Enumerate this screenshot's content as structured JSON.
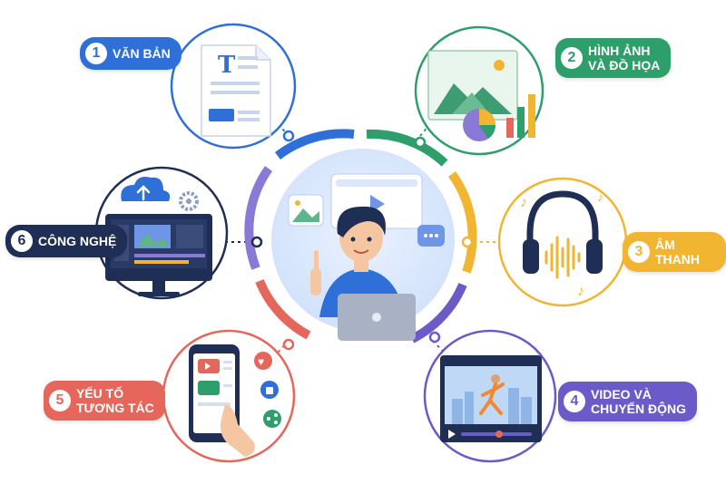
{
  "colors": {
    "blue": "#2F6FD8",
    "green": "#2E9E6B",
    "yellow": "#F2B532",
    "purple": "#6A5BC9",
    "red": "#E5665A",
    "navy": "#1F2E55",
    "ring_ring": "#5B7FE0"
  },
  "items": [
    {
      "number": "1",
      "label": "VĂN BẢN",
      "icon": "document-text-icon",
      "color": "#2F6FD8"
    },
    {
      "number": "2",
      "label": "HÌNH ẢNH\nVÀ ĐỒ HỌA",
      "icon": "image-chart-icon",
      "color": "#2E9E6B"
    },
    {
      "number": "3",
      "label": "ÂM THANH",
      "icon": "headphones-icon",
      "color": "#F2B532"
    },
    {
      "number": "4",
      "label": "VIDEO VÀ\nCHUYỂN ĐỘNG",
      "icon": "video-player-icon",
      "color": "#6A5BC9"
    },
    {
      "number": "5",
      "label": "YẾU TỐ\nTƯƠNG TÁC",
      "icon": "phone-interaction-icon",
      "color": "#E5665A"
    },
    {
      "number": "6",
      "label": "CÔNG NGHỆ",
      "icon": "monitor-cloud-icon",
      "color": "#1F2E55"
    }
  ],
  "center": {
    "icon": "person-laptop-icon"
  }
}
